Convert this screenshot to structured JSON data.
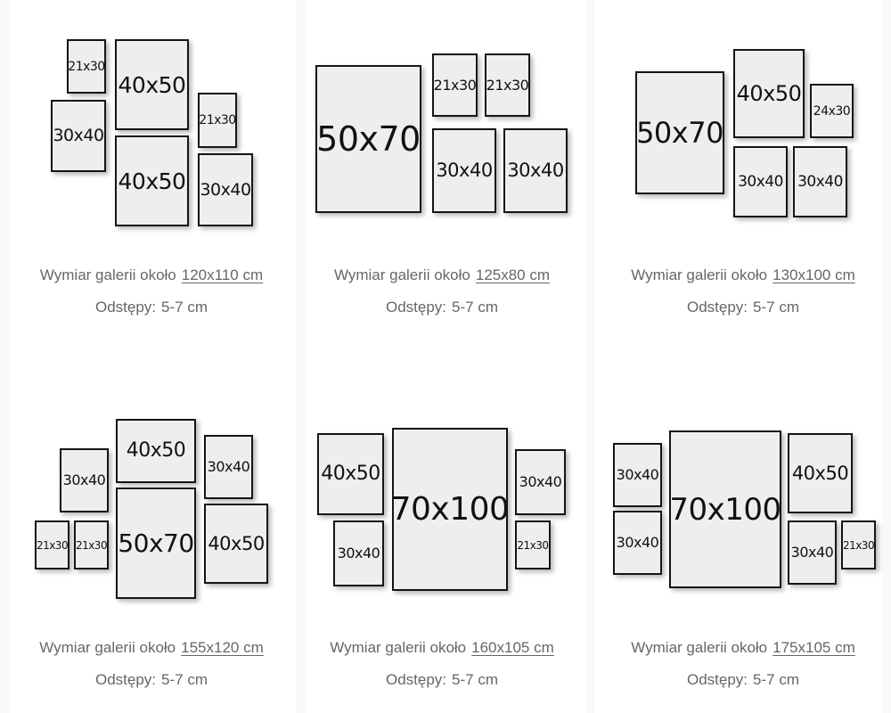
{
  "galleries": [
    {
      "size_prefix": "Wymiar galerii około",
      "size_value": "120x110 cm",
      "spacing_prefix": "Odstępy:",
      "spacing_value": "5-7 cm",
      "frames": [
        "21x30",
        "40x50",
        "21x30",
        "30x40",
        "40x50",
        "30x40"
      ]
    },
    {
      "size_prefix": "Wymiar galerii około",
      "size_value": "125x80 cm",
      "spacing_prefix": "Odstępy:",
      "spacing_value": "5-7 cm",
      "frames": [
        "50x70",
        "21x30",
        "21x30",
        "30x40",
        "30x40"
      ]
    },
    {
      "size_prefix": "Wymiar galerii około",
      "size_value": "130x100 cm",
      "spacing_prefix": "Odstępy:",
      "spacing_value": "5-7 cm",
      "frames": [
        "50x70",
        "40x50",
        "24x30",
        "30x40",
        "30x40"
      ]
    },
    {
      "size_prefix": "Wymiar galerii około",
      "size_value": "155x120 cm",
      "spacing_prefix": "Odstępy:",
      "spacing_value": "5-7 cm",
      "frames": [
        "40x50",
        "30x40",
        "30x40",
        "21x30",
        "21x30",
        "50x70",
        "40x50"
      ]
    },
    {
      "size_prefix": "Wymiar galerii około",
      "size_value": "160x105 cm",
      "spacing_prefix": "Odstępy:",
      "spacing_value": "5-7 cm",
      "frames": [
        "40x50",
        "70x100",
        "30x40",
        "30x40",
        "21x30"
      ]
    },
    {
      "size_prefix": "Wymiar galerii około",
      "size_value": "175x105 cm",
      "spacing_prefix": "Odstępy:",
      "spacing_value": "5-7 cm",
      "frames": [
        "30x40",
        "70x100",
        "40x50",
        "30x40",
        "30x40",
        "21x30"
      ]
    }
  ]
}
